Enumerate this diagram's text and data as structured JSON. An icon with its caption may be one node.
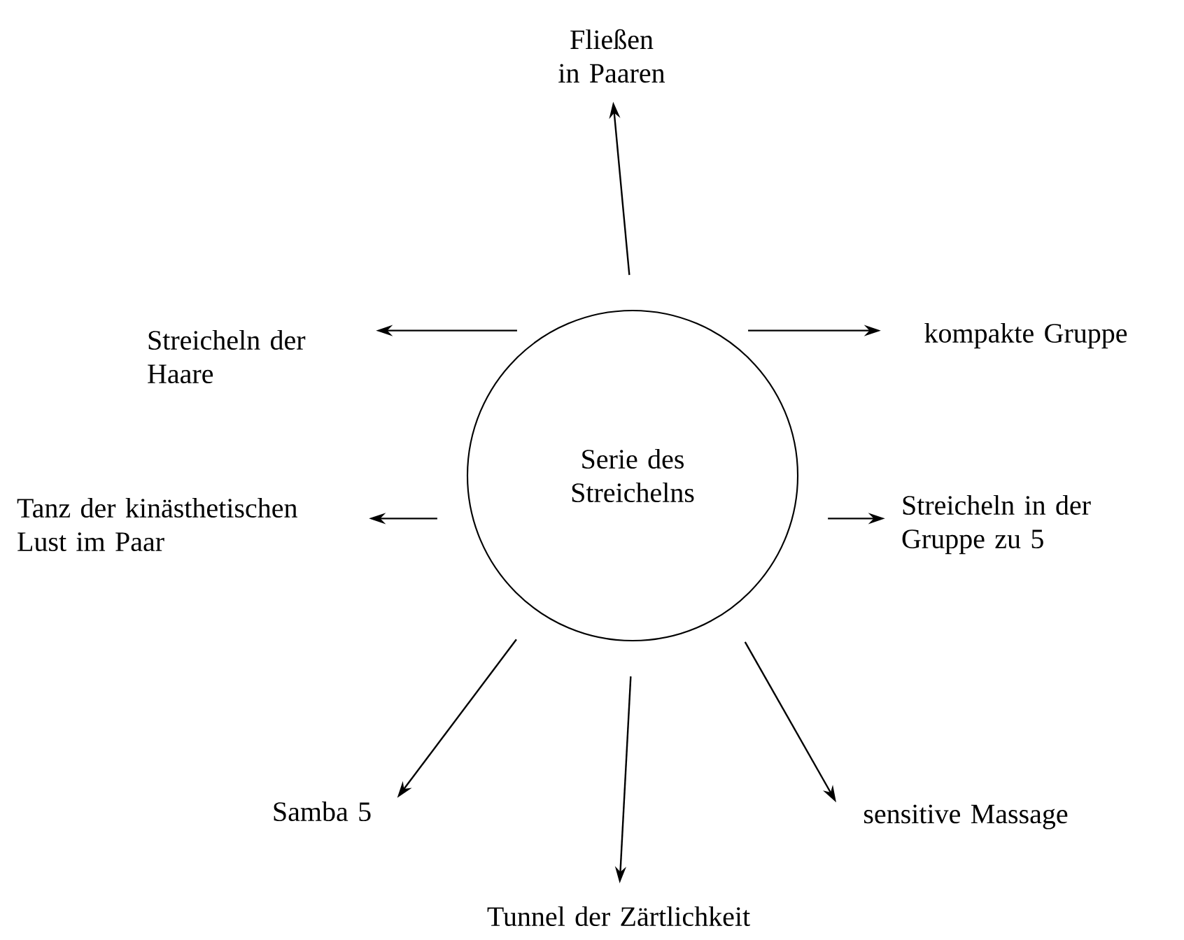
{
  "diagram": {
    "nodes": [
      {
        "text": [
          "Serie des Streichelns"
        ]
      },
      {
        "text": [
          "Fließen in Paaren"
        ]
      },
      {
        "text": [
          "Streicheln der Haare"
        ]
      },
      {
        "text": [
          "kompakte Gruppe"
        ]
      },
      {
        "text": [
          "Tanz der kinästhetischen Lust im Paar"
        ]
      },
      {
        "text": [
          "Streicheln in der Gruppe zu 5"
        ]
      },
      {
        "text": [
          "Samba 5"
        ]
      },
      {
        "text": [
          "sensitive Massage"
        ]
      },
      {
        "text": [
          "Tunnel der Zärtlichkeit"
        ]
      }
    ],
    "edges": [
      {
        "from": 0,
        "to": 1,
        "arrow": "to"
      },
      {
        "from": 0,
        "to": 2,
        "arrow": "to"
      },
      {
        "from": 0,
        "to": 3,
        "arrow": "to"
      },
      {
        "from": 0,
        "to": 4,
        "arrow": "to"
      },
      {
        "from": 0,
        "to": 5,
        "arrow": "to"
      },
      {
        "from": 0,
        "to": 6,
        "arrow": "to"
      },
      {
        "from": 0,
        "to": 7,
        "arrow": "to"
      },
      {
        "from": 0,
        "to": 8,
        "arrow": "to"
      }
    ]
  }
}
